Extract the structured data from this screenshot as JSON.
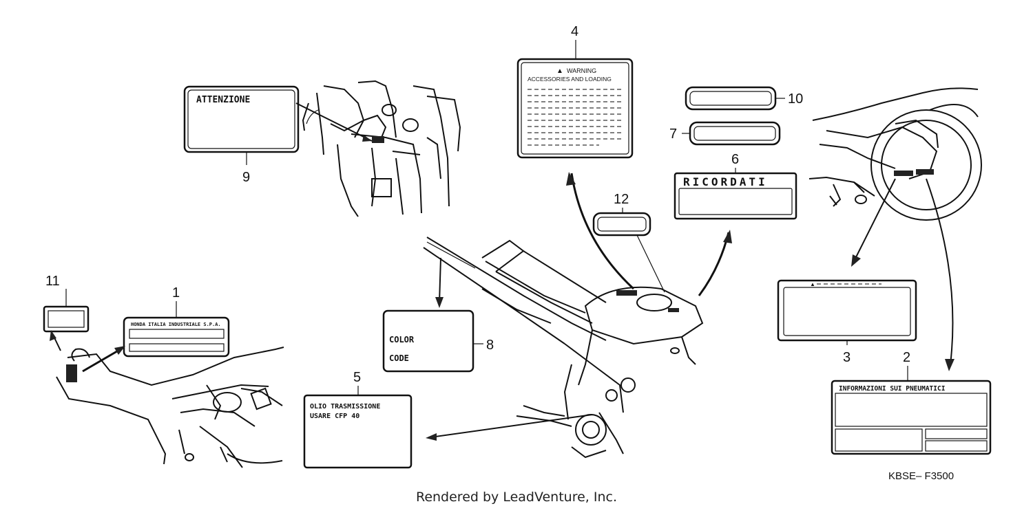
{
  "callouts": {
    "c1": "1",
    "c2": "2",
    "c3": "3",
    "c4": "4",
    "c5": "5",
    "c6": "6",
    "c7": "7",
    "c8": "8",
    "c9": "9",
    "c10": "10",
    "c11": "11",
    "c12": "12"
  },
  "labels": {
    "attenzione": "ATTENZIONE",
    "warning_title": "WARNING",
    "warning_sub": "ACCESSORIES AND LOADING",
    "ricordati": "RICORDATI",
    "color": "COLOR",
    "code": "CODE",
    "olio_line1": "OLIO TRASMISSIONE",
    "olio_line2": "USARE CFP 40",
    "honda_italia": "HONDA ITALIA INDUSTRIALE S.P.A.",
    "pneumatic": "INFORMAZIONI SUI PNEUMATICI"
  },
  "ref_code": "KBSE– F3500",
  "footer": "Rendered by LeadVenture, Inc."
}
